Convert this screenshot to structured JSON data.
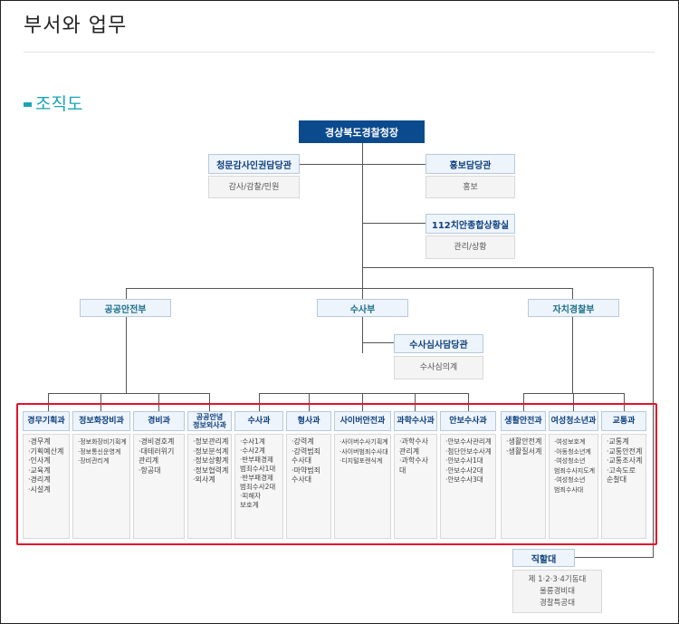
{
  "page": {
    "title": "부서와 업무",
    "section_title": "조직도"
  },
  "org": {
    "head": "경상북도경찰청장",
    "aide_left": {
      "name": "청문감사인권담당관",
      "duties": "감사/감찰/민원"
    },
    "aide_right": {
      "name": "홍보담당관",
      "duties": "홍보"
    },
    "center": {
      "name": "112치안종합상황실",
      "duties": "관리/상황"
    },
    "bureaus": [
      "공공안전부",
      "수사부",
      "자치경찰부"
    ],
    "review": {
      "name": "수사심사담당관",
      "duties": "수사심의계"
    },
    "departments": [
      {
        "name": "경무기획과",
        "teams": "·경무계\n·기획예산계\n·인사계\n·교육계\n·경리계\n·시설계"
      },
      {
        "name": "정보화장비과",
        "teams": "·정보화장비기획계\n·정보통신운영계\n·장비관리계"
      },
      {
        "name": "경비과",
        "teams": "·경비경호계\n·대테러위기\n  관리계\n·항공대"
      },
      {
        "name": "공공안녕\n정보외사과",
        "teams": "·정보관리계\n·정보분석계\n·정보상황계\n·정보협력계\n·외사계"
      },
      {
        "name": "수사과",
        "teams": "·수사1계\n·수사2계\n·반부패경제\n  범죄수사1대\n·반부패경제\n  범죄수사2대\n·피해자\n  보호계"
      },
      {
        "name": "형사과",
        "teams": "·강력계\n·강력범죄\n  수사대\n·마약범죄\n  수사대"
      },
      {
        "name": "사이버안전과",
        "teams": "·사이버수사기획계\n·사이버범죄수사대\n·디지털포렌식계"
      },
      {
        "name": "과학수사과",
        "teams": "·과학수사\n  관리계\n·과학수사대"
      },
      {
        "name": "안보수사과",
        "teams": "·안보수사관리계\n·첨단안보수사계\n·안보수사1대\n·안보수사2대\n·안보수사3대"
      },
      {
        "name": "생활안전과",
        "teams": "·생활안전계\n·생활질서계"
      },
      {
        "name": "여성청소년과",
        "teams": "·여성보호계\n·아동청소년계\n·여성청소년\n  범죄수사지도계\n·여성청소년\n  범죄수사대"
      },
      {
        "name": "교통과",
        "teams": "·교통계\n·교통안전계\n·교통조사계\n·고속도로\n  순찰대"
      }
    ],
    "direct": {
      "name": "직할대",
      "duties": "제 1·2·3·4기동대\n울릉경비대\n경찰특공대"
    }
  },
  "colors": {
    "head": "#0c4a8e",
    "accent": "#19a5b5",
    "highlight": "#e3132b"
  }
}
